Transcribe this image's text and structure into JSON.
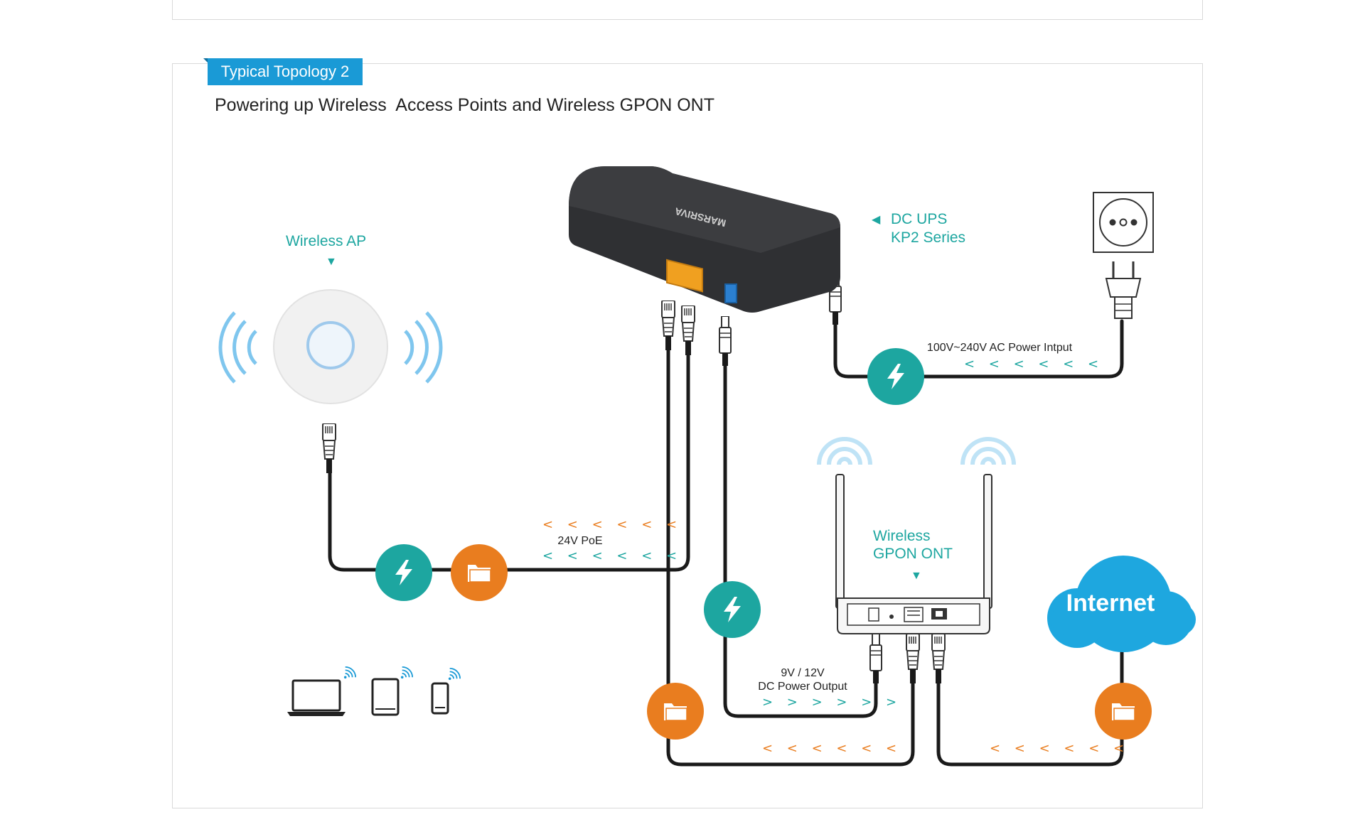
{
  "tag_label": "Typical Topology 2",
  "subtitle": "Powering up Wireless  Access Points and Wireless GPON ONT",
  "labels": {
    "wireless_ap": "Wireless AP",
    "dc_ups_line1": "DC UPS",
    "dc_ups_line2": "KP2 Series",
    "gpon_line1": "Wireless",
    "gpon_line2": "GPON ONT",
    "internet": "Internet",
    "poe": "24V PoE",
    "dc_output_line1": "9V / 12V",
    "dc_output_line2": "DC Power Output",
    "ac_input": "100V~240V AC Power Intput",
    "device_brand": "MARSRIVA"
  },
  "arrows": {
    "left": "< < < < < <",
    "right": "> > > > > >"
  },
  "markers": {
    "down": "▼",
    "left": "◀"
  },
  "colors": {
    "accent_blue": "#1a9ad6",
    "teal": "#1da6a0",
    "orange": "#e97d1f",
    "cable": "#1a1a1a",
    "wifi": "#7fc6ee"
  },
  "icons": [
    "lightning-icon",
    "folder-icon",
    "wifi-icon",
    "cloud-icon",
    "power-socket-icon",
    "power-plug-icon",
    "rj45-connector-icon",
    "dc-jack-icon",
    "laptop-icon",
    "tablet-icon",
    "phone-icon"
  ]
}
